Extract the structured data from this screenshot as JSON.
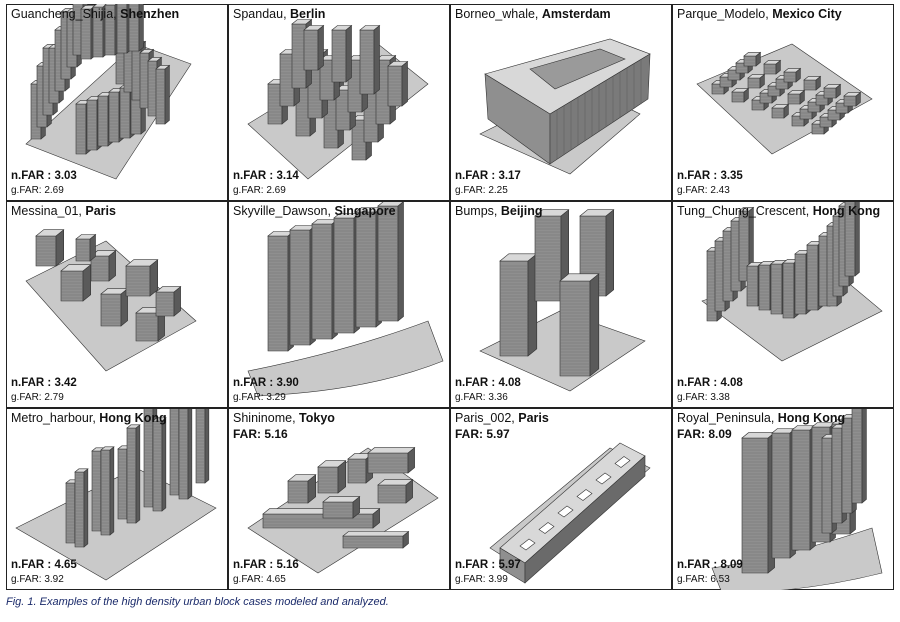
{
  "caption": "Fig. 1. Examples of the high density urban block cases modeled and analyzed.",
  "cases": [
    {
      "name": "Guancheng_Shijia",
      "city": "Shenzhen",
      "far": "",
      "nfar": "n.FAR : 3.03",
      "gfar": "g.FAR:  2.69",
      "model": "curved-slabs"
    },
    {
      "name": "Spandau",
      "city": "Berlin",
      "far": "",
      "nfar": "n.FAR : 3.14",
      "gfar": "g.FAR:  2.69",
      "model": "towers-grid"
    },
    {
      "name": "Borneo_whale",
      "city": "Amsterdam",
      "far": "",
      "nfar": "n.FAR : 3.17",
      "gfar": "g.FAR:  2.25",
      "model": "courtyard-whale"
    },
    {
      "name": "Parque_Modelo",
      "city": "Mexico City",
      "far": "",
      "nfar": "n.FAR : 3.35",
      "gfar": "g.FAR:  2.43",
      "model": "lattice-blocks"
    },
    {
      "name": "Messina_01",
      "city": "Paris",
      "far": "",
      "nfar": "n.FAR : 3.42",
      "gfar": "g.FAR:  2.79",
      "model": "mixed-blocks"
    },
    {
      "name": "Skyville_Dawson",
      "city": "Singapore",
      "far": "",
      "nfar": "n.FAR : 3.90",
      "gfar": "g.FAR:  3.29",
      "model": "tower-wall"
    },
    {
      "name": "Bumps",
      "city": "Beijing",
      "far": "",
      "nfar": "n.FAR : 4.08",
      "gfar": "g.FAR:  3.36",
      "model": "stacked-towers"
    },
    {
      "name": "Tung_Chung_Crescent",
      "city": "Hong Kong",
      "far": "",
      "nfar": "n.FAR : 4.08",
      "gfar": "g.FAR:  3.38",
      "model": "crescent"
    },
    {
      "name": "Metro_harbour",
      "city": "Hong Kong",
      "far": "",
      "nfar": "n.FAR : 4.65",
      "gfar": "g.FAR: 3.92",
      "model": "slender-towers"
    },
    {
      "name": "Shininome",
      "city": "Tokyo",
      "far": "FAR: 5.16",
      "nfar": "n.FAR : 5.16",
      "gfar": "g.FAR:  4.65",
      "model": "low-maze"
    },
    {
      "name": "Paris_002",
      "city": "Paris",
      "far": "FAR: 5.97",
      "nfar": "n.FAR : 5.97",
      "gfar": "g.FAR:  3.99",
      "model": "long-bar"
    },
    {
      "name": "Royal_Peninsula",
      "city": "Hong Kong",
      "far": "FAR: 8.09",
      "nfar": "n.FAR : 8.09",
      "gfar": "g.FAR:  6.53",
      "model": "curved-highrise"
    }
  ]
}
